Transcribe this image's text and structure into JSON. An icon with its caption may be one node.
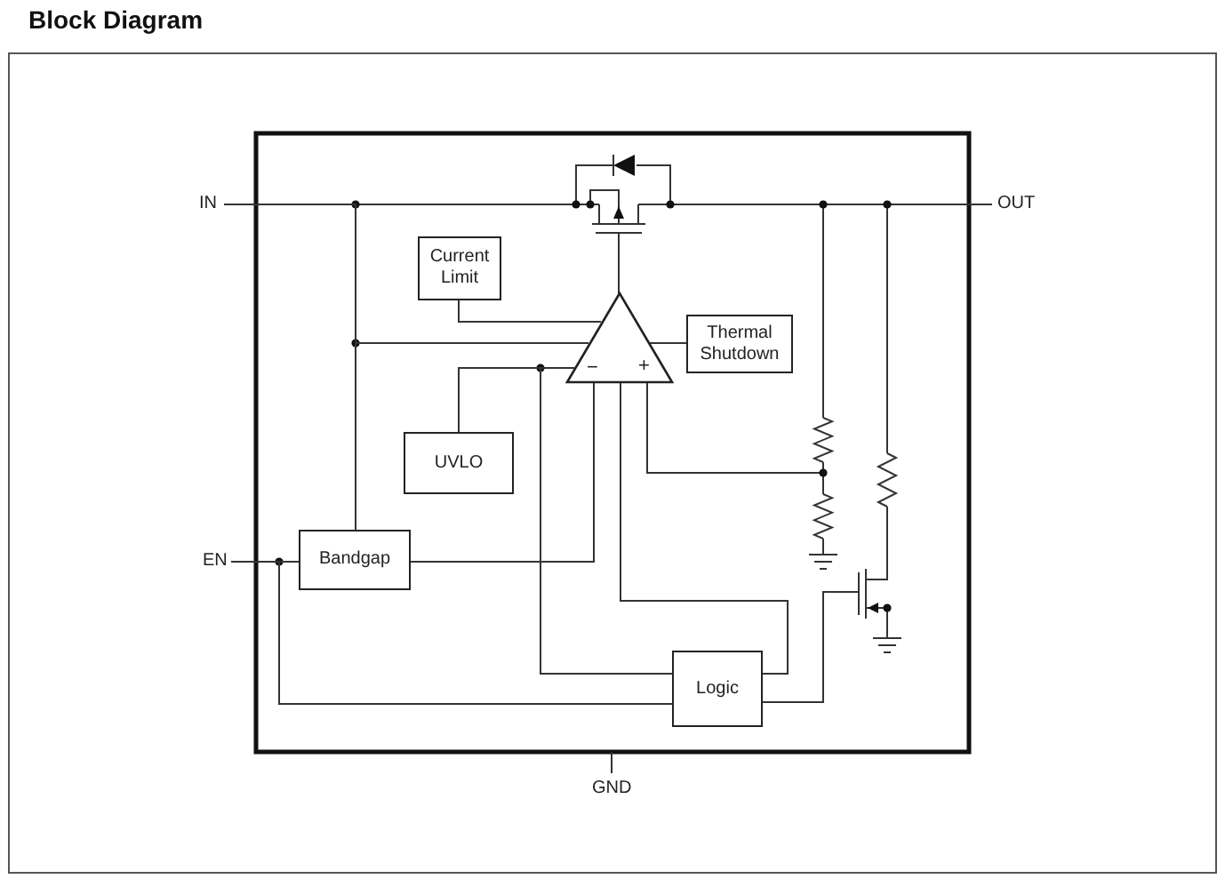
{
  "diagram": {
    "title": "Block Diagram",
    "nodes": [
      {
        "text": [
          "IN"
        ]
      },
      {
        "text": [
          "Current Limit"
        ]
      },
      {
        "text": [
          "−",
          "+"
        ]
      },
      {
        "text": [
          "Thermal Shutdown"
        ]
      },
      {
        "text": [
          "UVLO"
        ]
      },
      {
        "text": [
          "EN"
        ]
      },
      {
        "text": [
          "Bandgap"
        ]
      },
      {
        "text": [
          "Logic"
        ]
      }
    ],
    "edges": [
      {
        "from": 0,
        "to": 2,
        "arrow": "none"
      },
      {
        "from": 0,
        "to": 6,
        "arrow": "none"
      },
      {
        "from": 1,
        "to": 2,
        "arrow": "none"
      },
      {
        "from": 3,
        "to": 2,
        "arrow": "none"
      },
      {
        "from": 4,
        "to": 2,
        "arrow": "none"
      },
      {
        "from": 7,
        "to": 2,
        "arrow": "none"
      },
      {
        "from": 6,
        "to": 2,
        "arrow": "none"
      },
      {
        "from": 7,
        "to": 2,
        "arrow": "none"
      },
      {
        "from": 5,
        "to": 6,
        "arrow": "none"
      },
      {
        "from": 5,
        "to": 7,
        "arrow": "none"
      }
    ],
    "labels": [
      "OUT",
      "GND"
    ]
  }
}
